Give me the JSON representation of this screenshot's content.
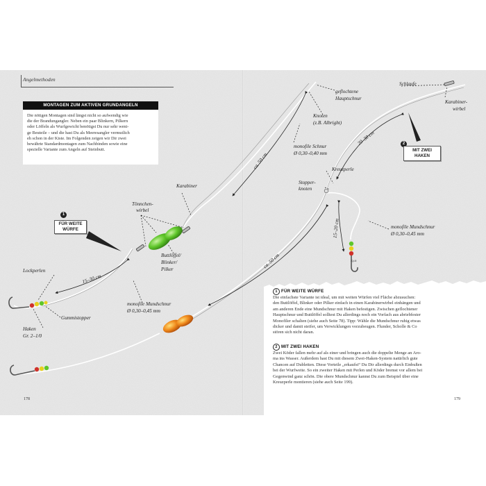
{
  "header": {
    "section": "Angelmethoden"
  },
  "intro": {
    "title": "MONTAGEN ZUM AKTIVEN GRUNDANGELN",
    "lines": [
      "Die nötigen Montagen sind längst nicht so aufwendig wie",
      "die der Brandungangler. Neben ein paar Blinkern, Pilkern",
      "oder Löffeln als Wurfgewicht benötigst Du nur sehr weni-",
      "ge Beuteile – und die hast Du als Meeresangler vermutlich",
      "eh schon in der Kiste. Im Folgenden zeigen wir Dir zwei",
      "bewährte Standardmontagen zum Nachbinden sowie eine",
      "spezielle Variante zum Angeln auf Steinbutt."
    ]
  },
  "callouts": {
    "one": {
      "num": "1",
      "line1": "FÜR WEITE",
      "line2": "WÜRFE"
    },
    "two": {
      "num": "2",
      "line1": "MIT ZWEI",
      "line2": "HAKEN"
    }
  },
  "labels": {
    "karabiner": "Karabiner",
    "toennchen1": "Tönnchen-",
    "toennchen2": "wirbel",
    "buttloeffel1": "Buttlöffel/",
    "buttloeffel2": "Blinker/",
    "buttloeffel3": "Pilker",
    "lockperlen": "Lockperlen",
    "gummistopper": "Gummistopper",
    "haken1": "Haken",
    "haken2": "Gr. 2–1/0",
    "mundschnur_left1": "monofile Mundschnur",
    "mundschnur_left2": "Ø 0,30–0,45 mm",
    "geflochtene1": "geflochtene",
    "geflochtene2": "Hauptschnur",
    "knoten1": "Knoten",
    "knoten2": "(z.B. Albright)",
    "mono_schnur1": "monofile Schnur",
    "mono_schnur2": "Ø 0,30–0,40 mm",
    "kreuzperle": "Kreuzperle",
    "stopper1": "Stopper-",
    "stopper2": "knoten",
    "schlaufe": "Schlaufe",
    "karabinerwirbel1": "Karabiner-",
    "karabinerwirbel2": "wirbel",
    "mundschnur_right1": "monofile Mundschnur",
    "mundschnur_right2": "Ø 0,30–0,45 mm",
    "signature": "Kjök"
  },
  "dimensions": {
    "d1": "ca. 50 cm",
    "d2": "15–30 cm",
    "d3": "ca. 50 cm",
    "d4": "20–30 cm",
    "d5": "15–20 cm"
  },
  "section1": {
    "num": "1",
    "heading": "FÜR WEITE WÜRFE",
    "lines": [
      "Die einfachste Variante ist ideal, um mit weiten Würfen viel Fläche abzusuchen:",
      "den Buttlöffel, Blinker oder Pilker einfach in einen Karabinerwirbel einhängen und",
      "am anderen Ende eine Mundschnur mit Haken befestigen. Zwischen geflochtener",
      "Hauptschnur und Buttlöffel solltest Du allerdings noch ein Vorfach aus abriebfester",
      "Monofiler schalten (siehe auch Seite 78). Tipp: Wähle die Mundschnur ruhig etwas",
      "dicker und damit steifer, um Verwicklungen vorzubeugen. Flunder, Scholle & Co",
      "stören sich nicht daran."
    ]
  },
  "section2": {
    "num": "2",
    "heading": "MIT ZWEI HAKEN",
    "lines": [
      "Zwei Köder fallen mehr auf als einer und bringen auch die doppelte Menge an Aro-",
      "ma ins Wasser. Außerdem hast Du mit diesem Zwei-Haken-System natürlich gute",
      "Chancen auf Dubletten. Diese Vorteile „erkaufst“ Du Dir allerdings durch Einbußen",
      "bei der Wurfweite. So ein zweiter Haken mit Perlen und Köder bremst vor allem bei",
      "Gegenwind ganz schön. Die obere Mundschnur kannst Du zum Beispiel über eine",
      "Kreuzperle montieren (siehe auch Seite 199)."
    ]
  },
  "pages": {
    "left": "178",
    "right": "179"
  },
  "colors": {
    "background": "#e9e9e9",
    "green": "#5fc62a",
    "orange": "#f08a1c",
    "yellow": "#e8d11e",
    "red": "#d0322a"
  }
}
